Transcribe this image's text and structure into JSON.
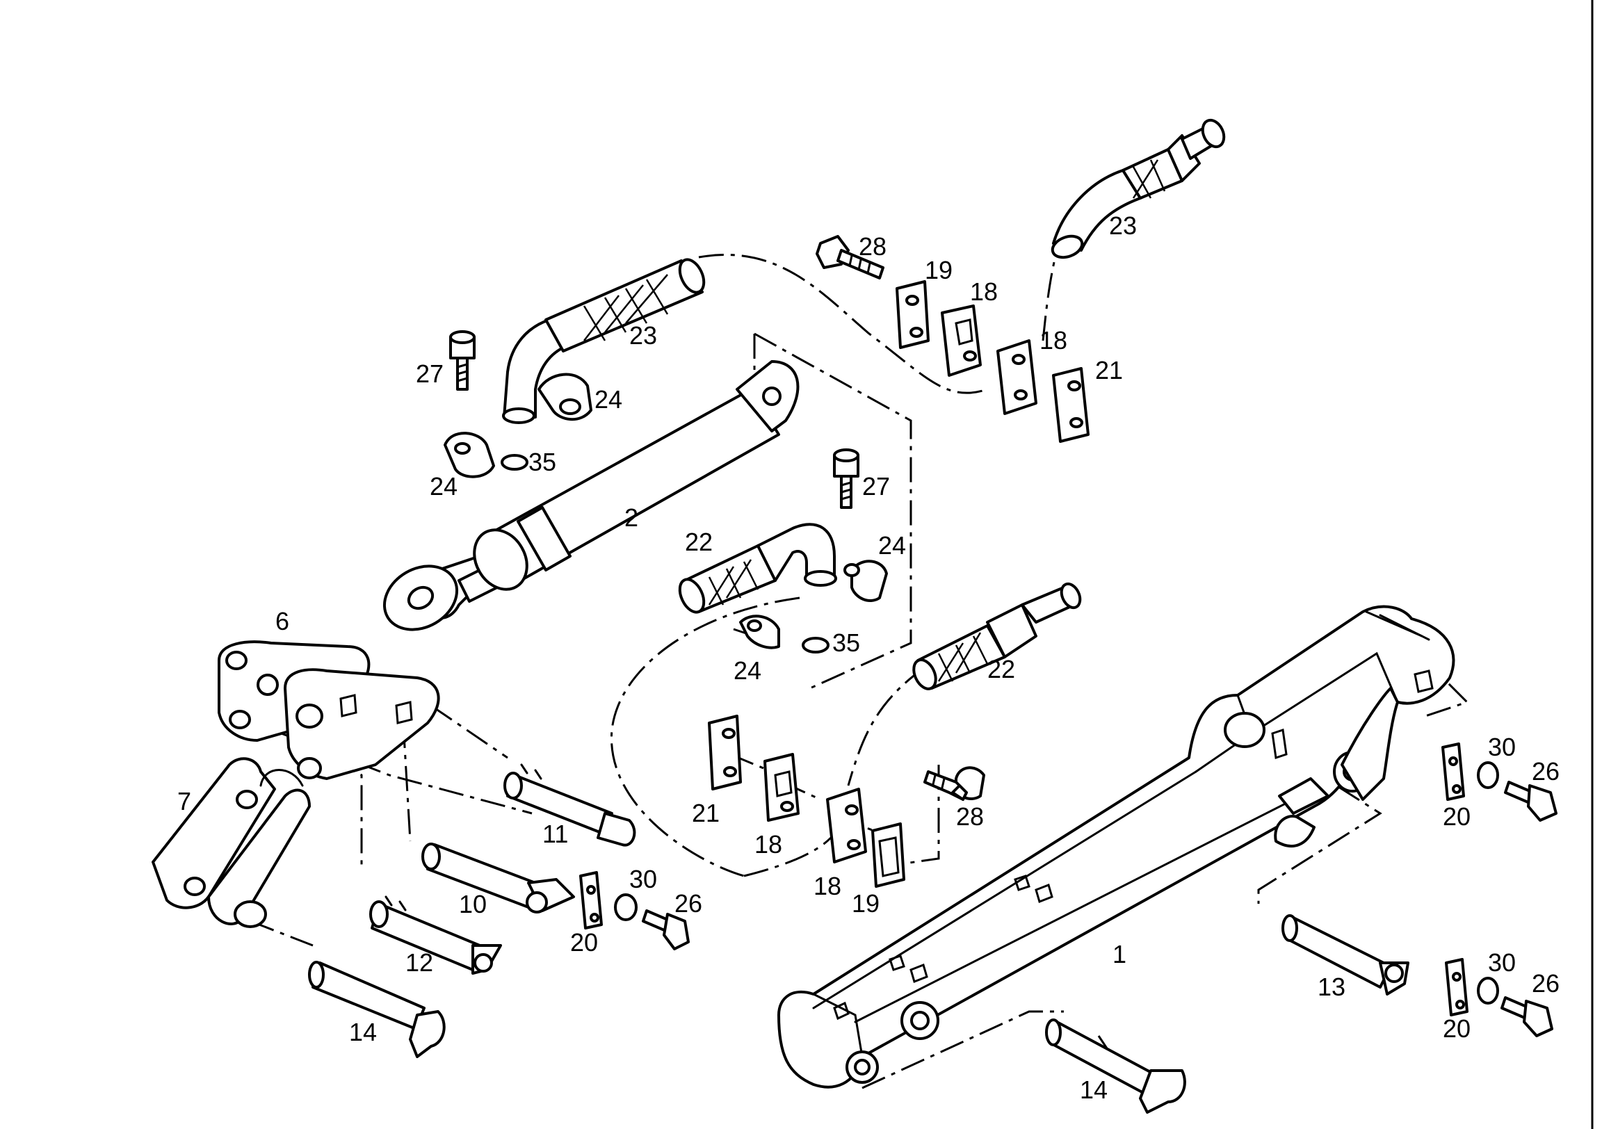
{
  "diagram": {
    "labels": {
      "p1": "1",
      "p2": "2",
      "p6": "6",
      "p7": "7",
      "p10": "10",
      "p11": "11",
      "p12": "12",
      "p13": "13",
      "p14a": "14",
      "p14b": "14",
      "p18a": "18",
      "p18b": "18",
      "p18c": "18",
      "p18d": "18",
      "p19a": "19",
      "p19b": "19",
      "p20a": "20",
      "p20b": "20",
      "p20c": "20",
      "p21a": "21",
      "p21b": "21",
      "p22a": "22",
      "p22b": "22",
      "p23a": "23",
      "p23b": "23",
      "p24a": "24",
      "p24b": "24",
      "p24c": "24",
      "p24d": "24",
      "p26a": "26",
      "p26b": "26",
      "p26c": "26",
      "p27a": "27",
      "p27b": "27",
      "p28a": "28",
      "p28b": "28",
      "p30a": "30",
      "p30b": "30",
      "p30c": "30",
      "p35a": "35",
      "p35b": "35"
    }
  }
}
